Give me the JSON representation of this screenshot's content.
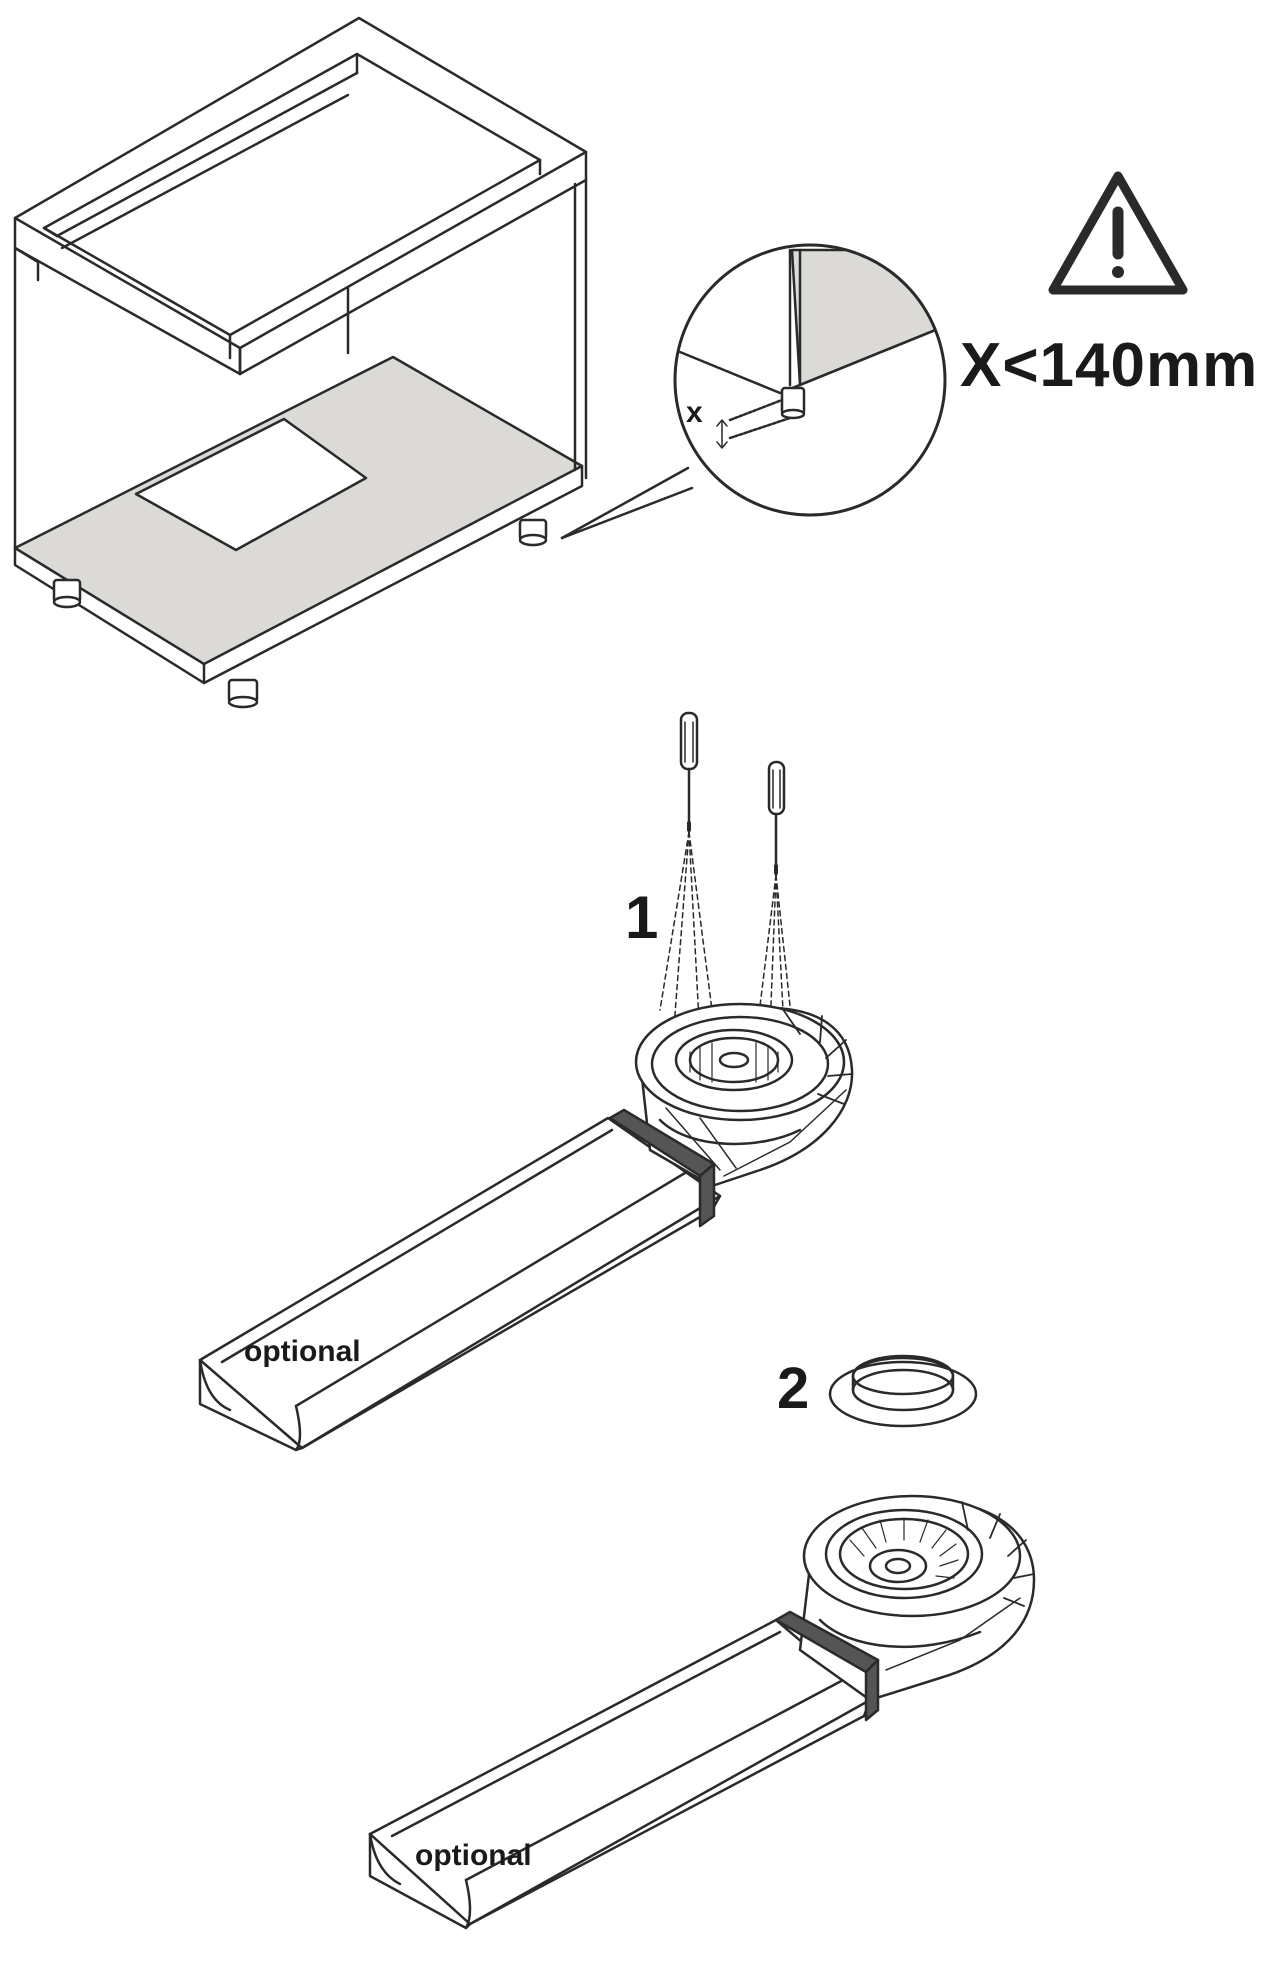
{
  "labels": {
    "x_marker": "x",
    "clearance_limit": "X<140mm",
    "step_1": "1",
    "step_2": "2",
    "optional_top": "optional",
    "optional_bottom": "optional"
  },
  "icons": {
    "warning": "warning-triangle-icon",
    "tool": "screwdriver-icon"
  },
  "colors": {
    "line": "#2a2a2a",
    "panel_fill": "#dcdad6",
    "background": "#ffffff"
  }
}
